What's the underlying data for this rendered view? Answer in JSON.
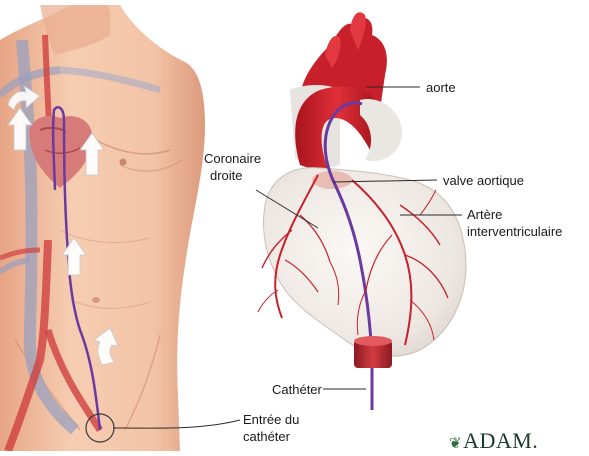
{
  "labels": {
    "aorte": "aorte",
    "coronaire_line1": "Coronaire",
    "coronaire_line2": "droite",
    "valve": "valve aortique",
    "artere_line1": "Artère",
    "artere_line2": "interventriculaire",
    "catheter": "Cathéter",
    "entree_line1": "Entrée du",
    "entree_line2": "cathéter"
  },
  "logo": {
    "text": "ADAM."
  },
  "colors": {
    "skin": "#f0bea0",
    "skin_shadow": "#d9967a",
    "heart": "#f2eeea",
    "artery": "#c8202a",
    "vein": "#7f86a8",
    "catheter": "#6a3aa0"
  }
}
